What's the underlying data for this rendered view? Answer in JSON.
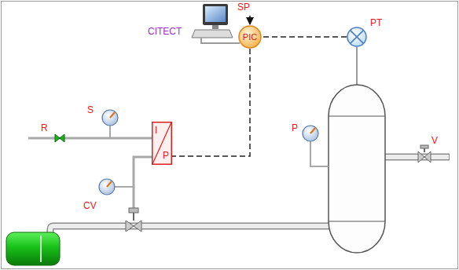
{
  "diagram": {
    "nodes": [
      {
        "text": [
          "PIC"
        ]
      },
      {
        "text": [
          "PT"
        ]
      },
      {
        "text": [
          "I",
          "P"
        ]
      }
    ],
    "edges": [
      {
        "from": 1,
        "to": 0,
        "arrow": "none"
      },
      {
        "from": 0,
        "to": 2,
        "arrow": "none"
      }
    ],
    "labels": [
      "CITECT",
      "SP",
      "S",
      "R",
      "CV",
      "P",
      "V"
    ]
  }
}
